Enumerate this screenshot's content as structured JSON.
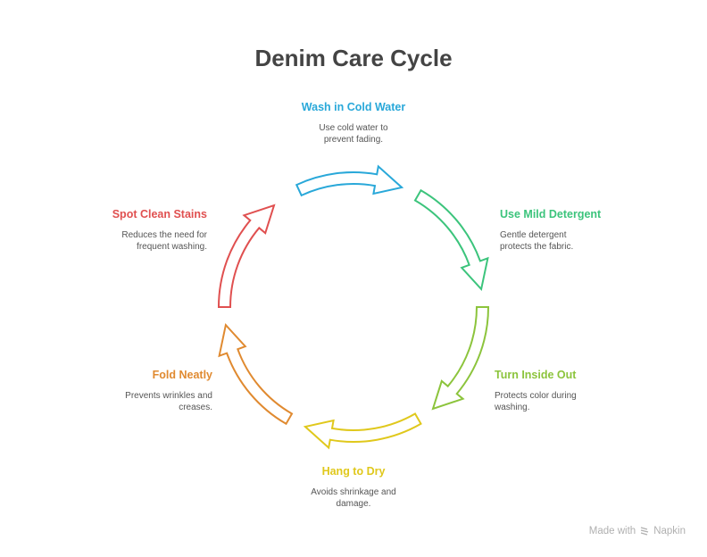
{
  "title": "Denim Care Cycle",
  "steps": [
    {
      "id": "wash",
      "heading": "Wash in Cold Water",
      "desc_line1": "Use cold water to",
      "desc_line2": "prevent fading.",
      "color": "#29a8d9"
    },
    {
      "id": "detergent",
      "heading": "Use Mild Detergent",
      "desc_line1": "Gentle detergent",
      "desc_line2": "protects the fabric.",
      "color": "#3cc47c"
    },
    {
      "id": "inside-out",
      "heading": "Turn Inside Out",
      "desc_line1": "Protects color during",
      "desc_line2": "washing.",
      "color": "#8cc43c"
    },
    {
      "id": "hang",
      "heading": "Hang to Dry",
      "desc_line1": "Avoids shrinkage and",
      "desc_line2": "damage.",
      "color": "#e0c81c"
    },
    {
      "id": "fold",
      "heading": "Fold Neatly",
      "desc_line1": "Prevents wrinkles and",
      "desc_line2": "creases.",
      "color": "#e08a30"
    },
    {
      "id": "spot-clean",
      "heading": "Spot Clean Stains",
      "desc_line1": "Reduces the need for",
      "desc_line2": "frequent washing.",
      "color": "#e05050"
    }
  ],
  "footer": {
    "made_with": "Made with",
    "brand": "Napkin"
  }
}
